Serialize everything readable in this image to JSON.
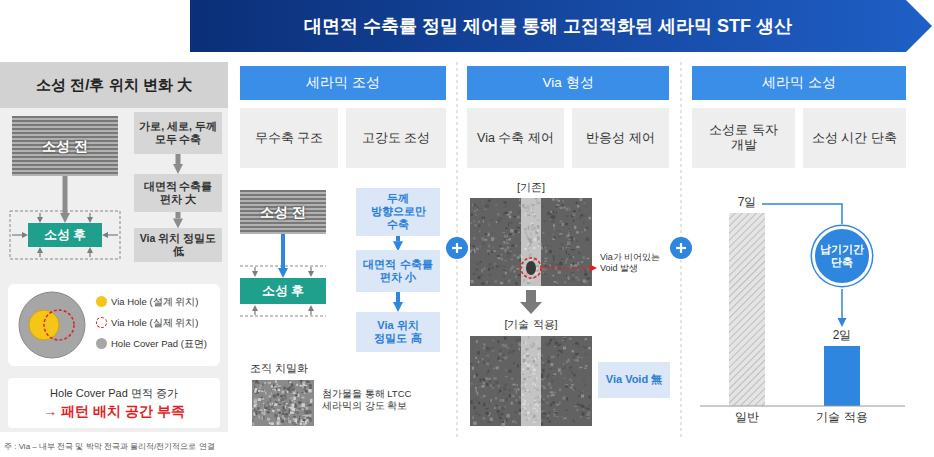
{
  "diagram": {
    "title": "대면적 수축률 정밀 제어를 통해 고집적화된 세라믹 STF 생산",
    "caption": "주 : Via – 내부 전극 및 박막 전극과 물리적/전기적으로 연결",
    "nodes": [
      {
        "text": [
          "소성 전/후 위치 변화 大"
        ]
      },
      {
        "text": [
          "소성 전"
        ],
        "in": 0
      },
      {
        "text": [
          "소성 후"
        ],
        "in": 0
      },
      {
        "text": [
          "가로, 세로, 두께 모두 수축"
        ],
        "in": 0
      },
      {
        "text": [
          "대면적 수축률 편차 大"
        ],
        "in": 0
      },
      {
        "text": [
          "Via 위치 정밀도 低"
        ],
        "in": 0
      },
      {
        "text": [
          "Hole Cover Pad 면적 증가",
          "→ 패턴 배치 공간 부족"
        ],
        "in": 0
      },
      {
        "text": [
          "세라믹 조성"
        ]
      },
      {
        "text": [
          "무수축 구조"
        ]
      },
      {
        "text": [
          "고강도 조성"
        ]
      },
      {
        "text": [
          "소성 전"
        ]
      },
      {
        "text": [
          "소성 후"
        ]
      },
      {
        "text": [
          "두께 방향으로만 수축"
        ]
      },
      {
        "text": [
          "대면적 수축률 편차 小"
        ]
      },
      {
        "text": [
          "Via 위치 정밀도 高"
        ]
      },
      {
        "text": [
          "Via 형성"
        ]
      },
      {
        "text": [
          "Via 수축 제어"
        ]
      },
      {
        "text": [
          "반응성 제어"
        ]
      },
      {
        "text": [
          "Via Void 無"
        ]
      },
      {
        "text": [
          "세라믹 소성"
        ]
      },
      {
        "text": [
          "소성로 독자 개발"
        ]
      },
      {
        "text": [
          "소성 시간 단축"
        ]
      },
      {
        "text": [
          "납기기간 단축"
        ]
      }
    ],
    "edges": [
      {
        "from": 1,
        "to": 2,
        "arrow": "to"
      },
      {
        "from": 3,
        "to": 4,
        "arrow": "to"
      },
      {
        "from": 4,
        "to": 5,
        "arrow": "to"
      },
      {
        "from": 10,
        "to": 11,
        "arrow": "to"
      },
      {
        "from": 12,
        "to": 13,
        "arrow": "to"
      },
      {
        "from": 13,
        "to": 14,
        "arrow": "to"
      }
    ],
    "labels": [
      "조직 치밀화",
      "첨가물을 통해 LTCC 세라믹의 강도 확보",
      "[기존]",
      "Via가 비어있는 Void 발생",
      "[기술 적용]",
      "7일",
      "2일",
      "일반",
      "기술 적용"
    ],
    "legend": [
      {
        "text": "Via Hole (설계 위치)",
        "color": "#f5c518"
      },
      {
        "text": "Via Hole (실제 위치)"
      },
      {
        "text": "Hole Cover Pad (표면)",
        "color": "#a6a6a6"
      }
    ]
  }
}
